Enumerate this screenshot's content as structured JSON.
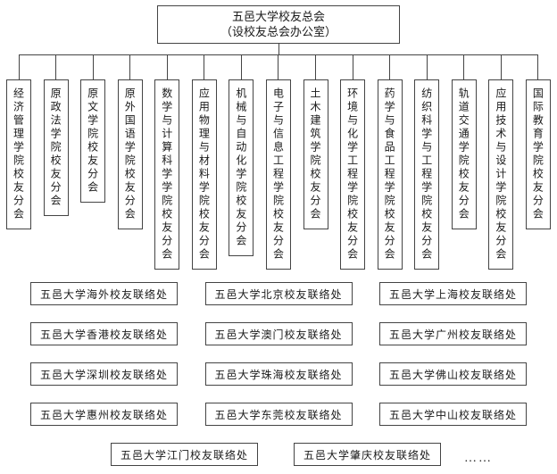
{
  "root": {
    "title_line1": "五邑大学校友总会",
    "title_line2": "（设校友总会办公室）"
  },
  "branches": [
    "经济管理学院校友分会",
    "原政法学院校友分会",
    "原文学院校友分会",
    "原外国语学院校友分会",
    "数学与计算科学学院校友分会",
    "应用物理与材料学院校友分会",
    "机械与自动化学院校友分会",
    "电子与信息工程学院校友分会",
    "土木建筑学院校友分会",
    "环境与化学工程学院校友分会",
    "药学与食品工程学院校友分会",
    "纺织科学与工程学院校友分会",
    "轨道交通学院校友分会",
    "应用技术与设计学院校友分会",
    "国际教育学院校友分会"
  ],
  "liaison_offices": {
    "rows": [
      [
        "五邑大学海外校友联络处",
        "五邑大学北京校友联络处",
        "五邑大学上海校友联络处"
      ],
      [
        "五邑大学香港校友联络处",
        "五邑大学澳门校友联络处",
        "五邑大学广州校友联络处"
      ],
      [
        "五邑大学深圳校友联络处",
        "五邑大学珠海校友联络处",
        "五邑大学佛山校友联络处"
      ],
      [
        "五邑大学惠州校友联络处",
        "五邑大学东莞校友联络处",
        "五邑大学中山校友联络处"
      ],
      [
        "五邑大学江门校友联络处",
        "五邑大学肇庆校友联络处"
      ]
    ],
    "ellipsis": "……"
  },
  "colors": {
    "border": "#444444",
    "text": "#1a1a1a",
    "background": "#ffffff"
  }
}
